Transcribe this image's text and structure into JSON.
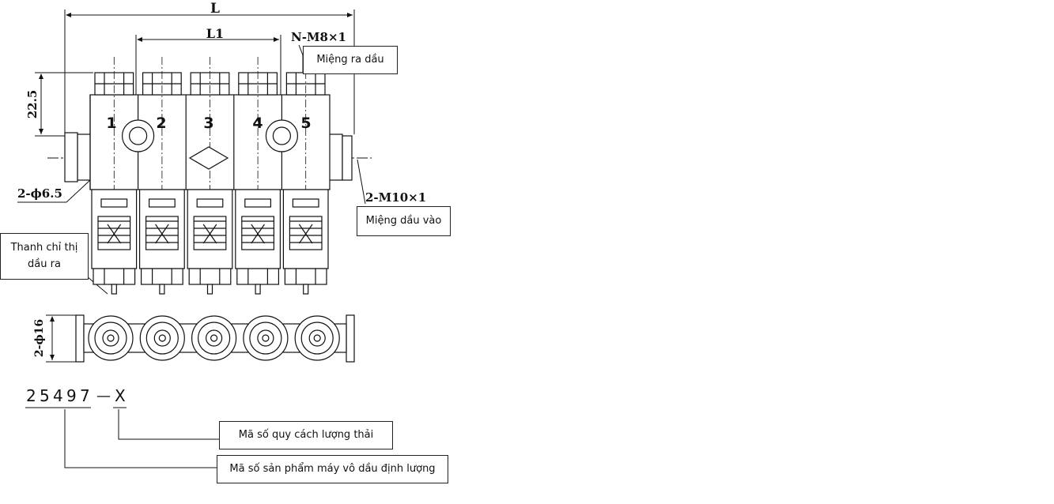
{
  "dimensions": {
    "L": "L",
    "L1": "L1",
    "height": "22.5",
    "outlet_thread": "N-M8×1",
    "inlet_thread": "2-M10×1",
    "mount_hole": "2-ϕ6.5",
    "width": "2-ϕ16"
  },
  "outlets": [
    "1",
    "2",
    "3",
    "4",
    "5"
  ],
  "callouts": {
    "outlet_port": "Miệng ra dầu",
    "inlet_port": "Miệng dầu vào",
    "indicator_bar_line1": "Thanh chỉ thị",
    "indicator_bar_line2": "dầu ra",
    "discharge_code": "Mã số quy cách lượng thải",
    "product_code": "Mã số sản phẩm máy vô dầu định lượng"
  },
  "part_number": {
    "digits": [
      "2",
      "5",
      "4",
      "9",
      "7"
    ],
    "dash": "—",
    "suffix": "X"
  }
}
